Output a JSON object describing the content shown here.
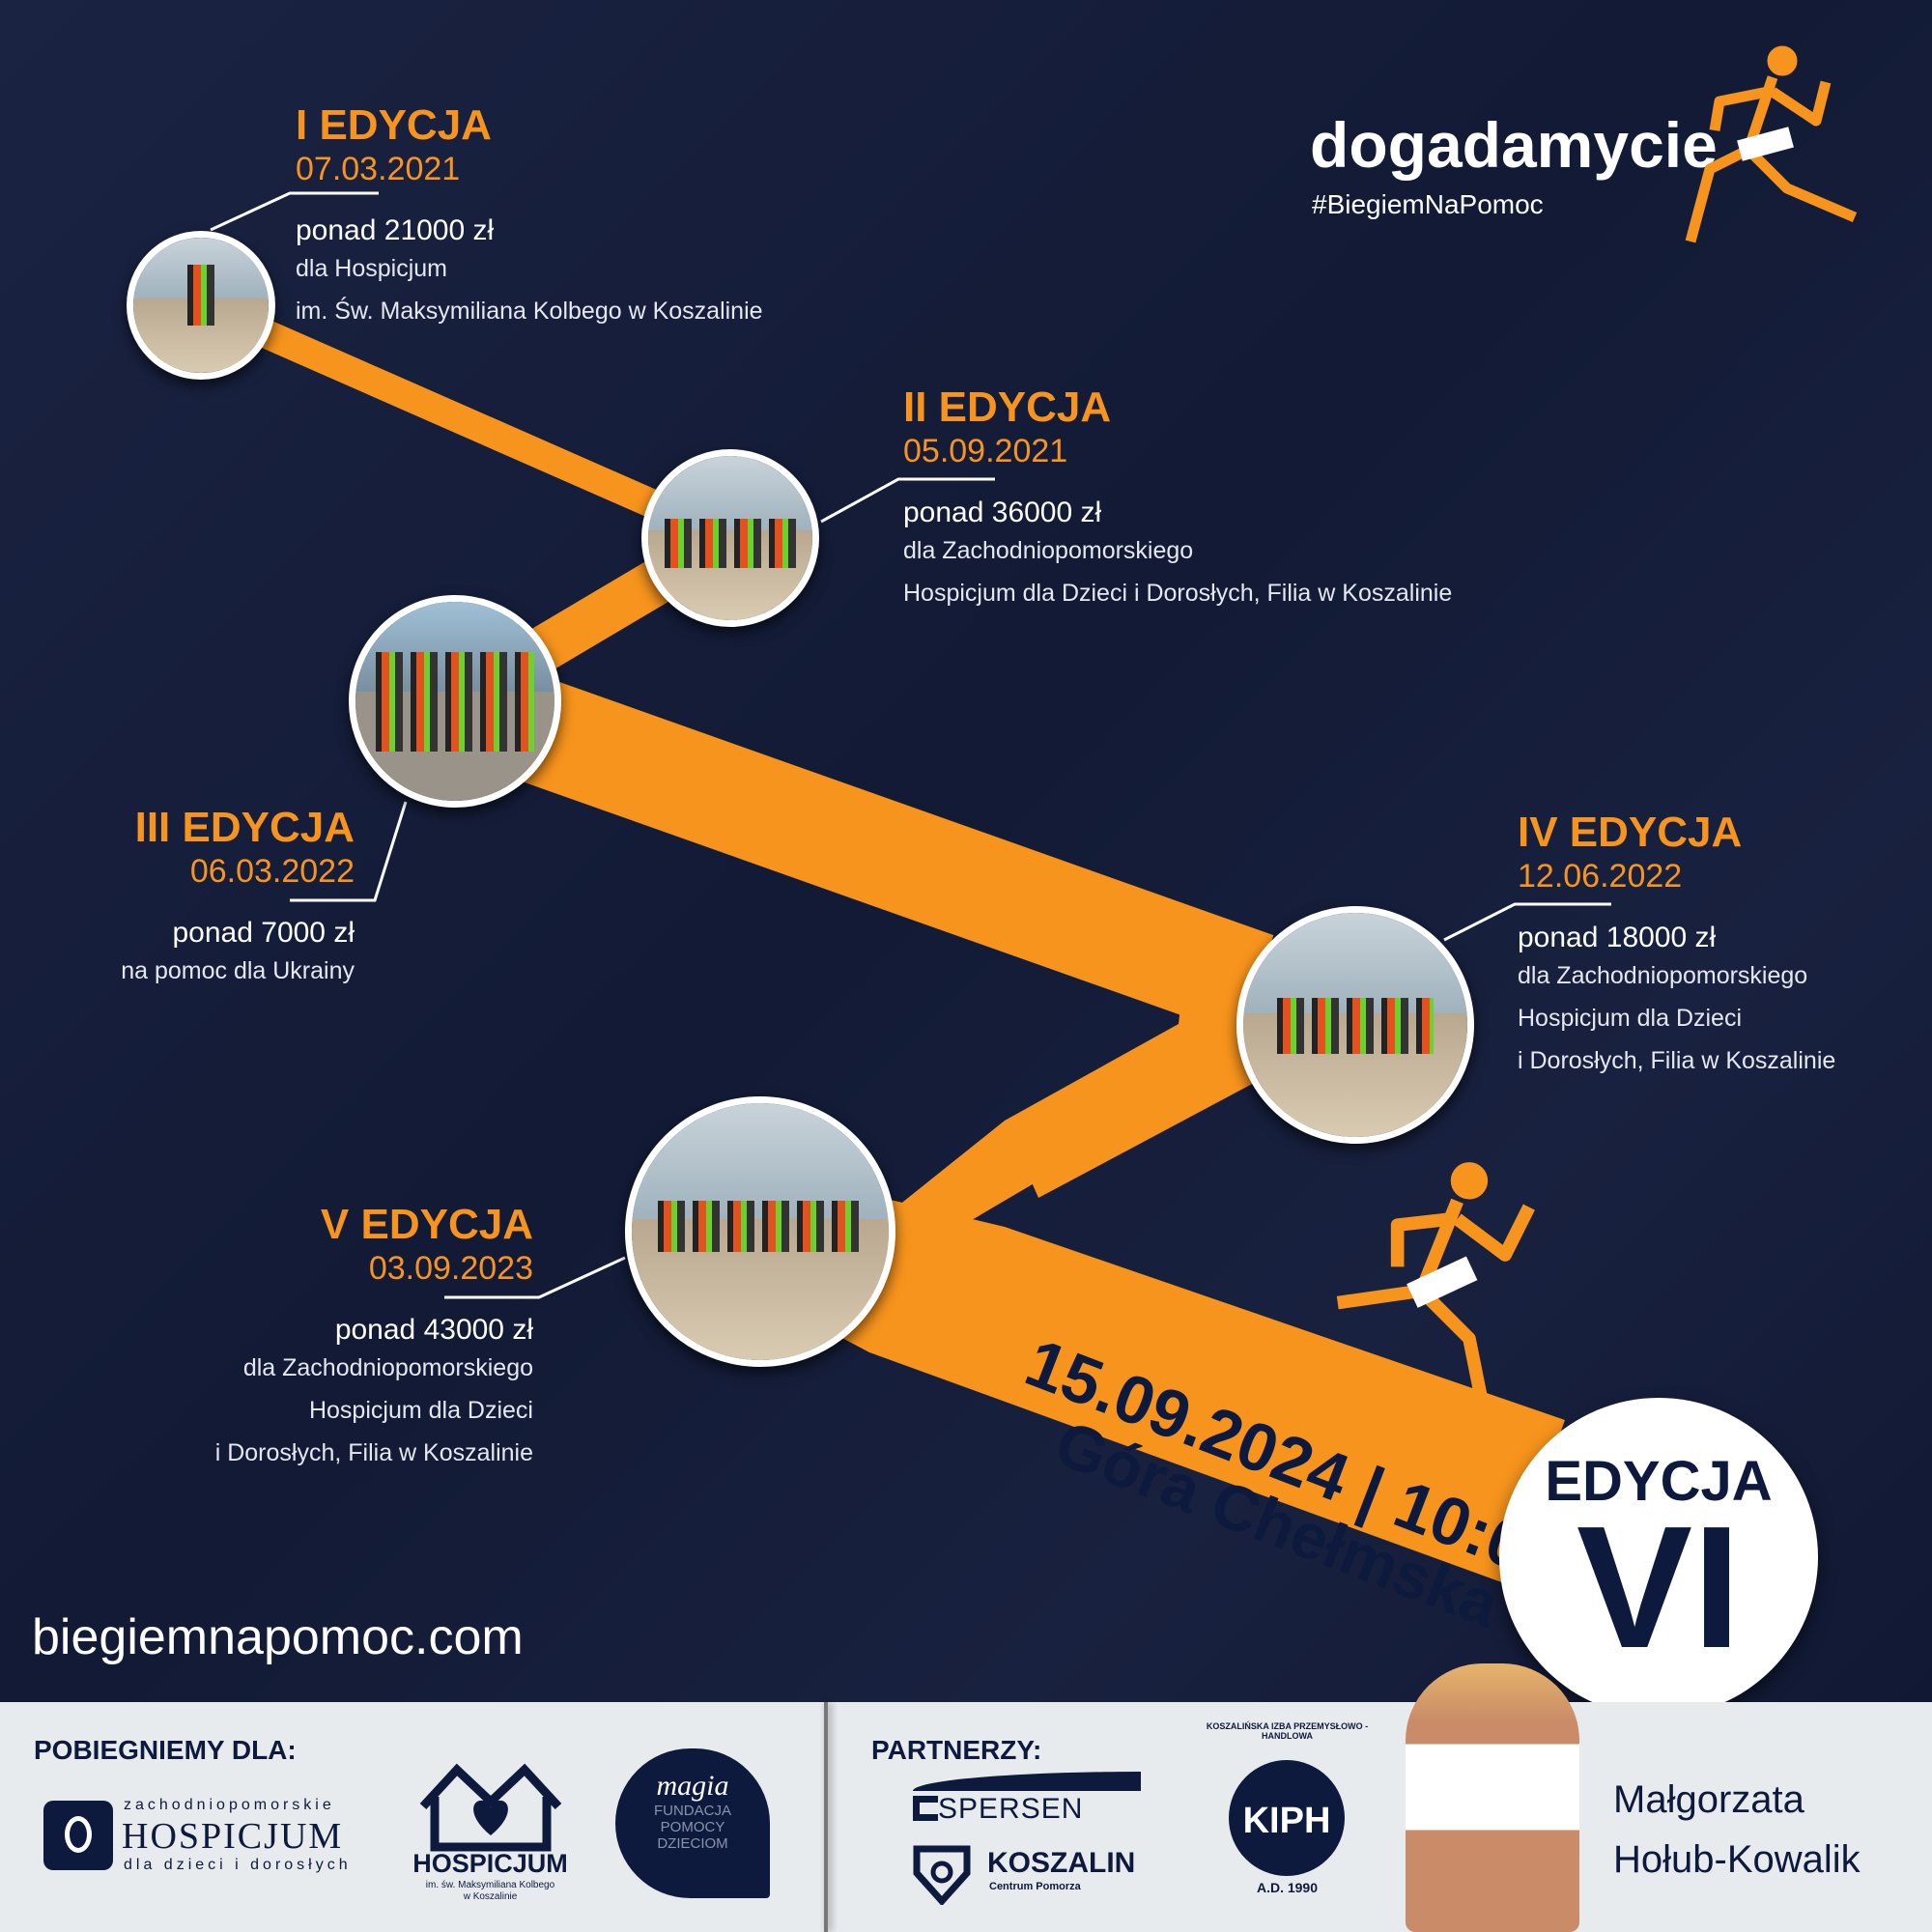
{
  "brand": {
    "logo": "dogadamycie",
    "hashtag": "#BiegiemNaPomoc",
    "accent": "#f7941d",
    "navy": "#0d1a3d"
  },
  "editions": [
    {
      "title": "I EDYCJA",
      "date": "07.03.2021",
      "amount": "ponad 21000 zł",
      "desc": [
        "dla Hospicjum",
        "im. Św. Maksymiliana Kolbego w Koszalinie"
      ]
    },
    {
      "title": "II EDYCJA",
      "date": "05.09.2021",
      "amount": "ponad 36000 zł",
      "desc": [
        "dla Zachodniopomorskiego",
        "Hospicjum dla Dzieci i Dorosłych, Filia w Koszalinie"
      ]
    },
    {
      "title": "III EDYCJA",
      "date": "06.03.2022",
      "amount": "ponad 7000 zł",
      "desc": [
        "na pomoc dla Ukrainy"
      ]
    },
    {
      "title": "IV EDYCJA",
      "date": "12.06.2022",
      "amount": "ponad 18000 zł",
      "desc": [
        "dla Zachodniopomorskiego",
        "Hospicjum dla Dzieci",
        "i Dorosłych, Filia w Koszalinie"
      ]
    },
    {
      "title": "V EDYCJA",
      "date": "03.09.2023",
      "amount": "ponad 43000 zł",
      "desc": [
        "dla Zachodniopomorskiego",
        "Hospicjum dla Dzieci",
        "i Dorosłych, Filia w Koszalinie"
      ]
    }
  ],
  "next": {
    "datetime": "15.09.2024 | 10:00",
    "place": "Góra Chełmska",
    "label": "EDYCJA",
    "number": "VI"
  },
  "website": "biegiemnapomoc.com",
  "footer": {
    "beneficiaries_label": "POBIEGNIEMY DLA:",
    "beneficiaries": [
      {
        "top": "zachodniopomorskie",
        "main": "HOSPICJUM",
        "sub": "dla dzieci i dorosłych"
      },
      {
        "main": "HOSPICJUM",
        "sub": "im. św. Maksymiliana Kolbego",
        "sub2": "w Koszalinie"
      },
      {
        "script": "magia",
        "lines": [
          "FUNDACJA",
          "POMOCY",
          "DZIECIOM"
        ]
      }
    ],
    "partners_label": "PARTNERZY:",
    "partners": {
      "espersen": "SPERSEN",
      "koszalin": "KOSZALIN",
      "koszalin_sub": "Centrum Pomorza",
      "kiph": "KIPH",
      "kiph_ring": "KOSZALIŃSKA IZBA PRZEMYSŁOWO - HANDLOWA",
      "kiph_year": "A.D. 1990"
    },
    "ambassador": [
      "Małgorzata",
      "Hołub-Kowalik"
    ]
  }
}
